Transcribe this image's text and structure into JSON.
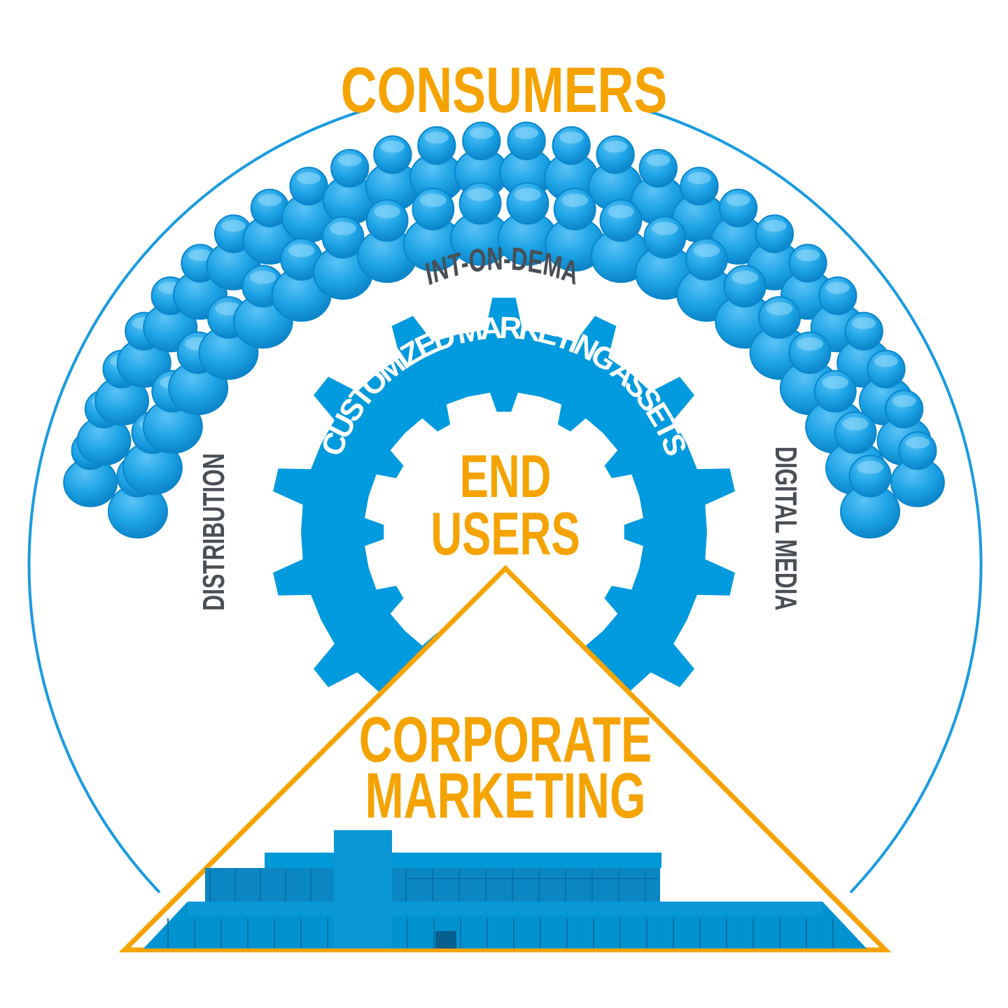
{
  "title": "CONSUMERS",
  "labels": {
    "print_on_demand": "PRINT-ON-DEMAND",
    "distribution": "DISTRIBUTION",
    "digital_media": "DIGITAL MEDIA",
    "gear_text": "CUSTOMIZED MARKETING ASSETS",
    "end_users_line1": "END",
    "end_users_line2": "USERS",
    "corporate_line1": "CORPORATE",
    "corporate_line2": "MARKETING"
  },
  "colors": {
    "blue": "#009ade",
    "orange": "#f5a300",
    "gray": "#4a4f55",
    "building": "#0093d0"
  }
}
